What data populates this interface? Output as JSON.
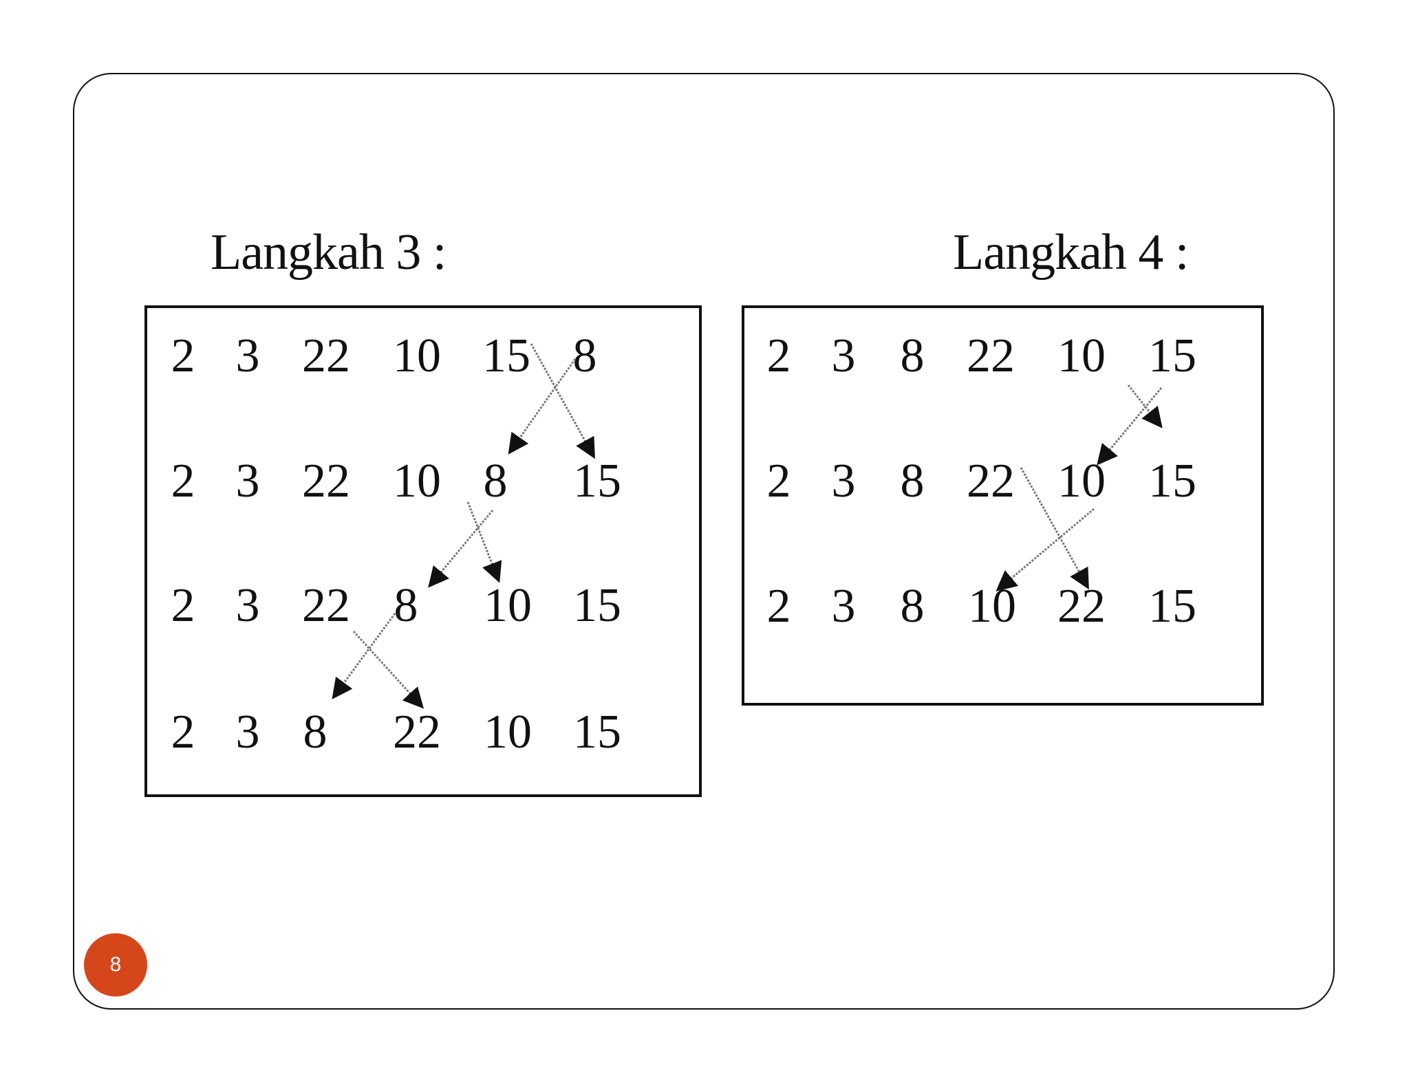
{
  "slide": {
    "page_number": "8"
  },
  "left": {
    "title": "Langkah 3 :",
    "rows": [
      [
        "2",
        "3",
        "22",
        "10",
        "15",
        "8"
      ],
      [
        "2",
        "3",
        "22",
        "10",
        "8",
        "15"
      ],
      [
        "2",
        "3",
        "22",
        "8",
        "10",
        "15"
      ],
      [
        "2",
        "3",
        "8",
        "22",
        "10",
        "15"
      ]
    ]
  },
  "right": {
    "title": "Langkah 4 :",
    "rows": [
      [
        "2",
        "3",
        "8",
        "22",
        "10",
        "15"
      ],
      [
        "2",
        "3",
        "8",
        "22",
        "10",
        "15"
      ],
      [
        "2",
        "3",
        "8",
        "10",
        "22",
        "15"
      ]
    ]
  },
  "colors": {
    "badge": "#d5461b",
    "ink": "#111111",
    "arrow": "#777777"
  }
}
